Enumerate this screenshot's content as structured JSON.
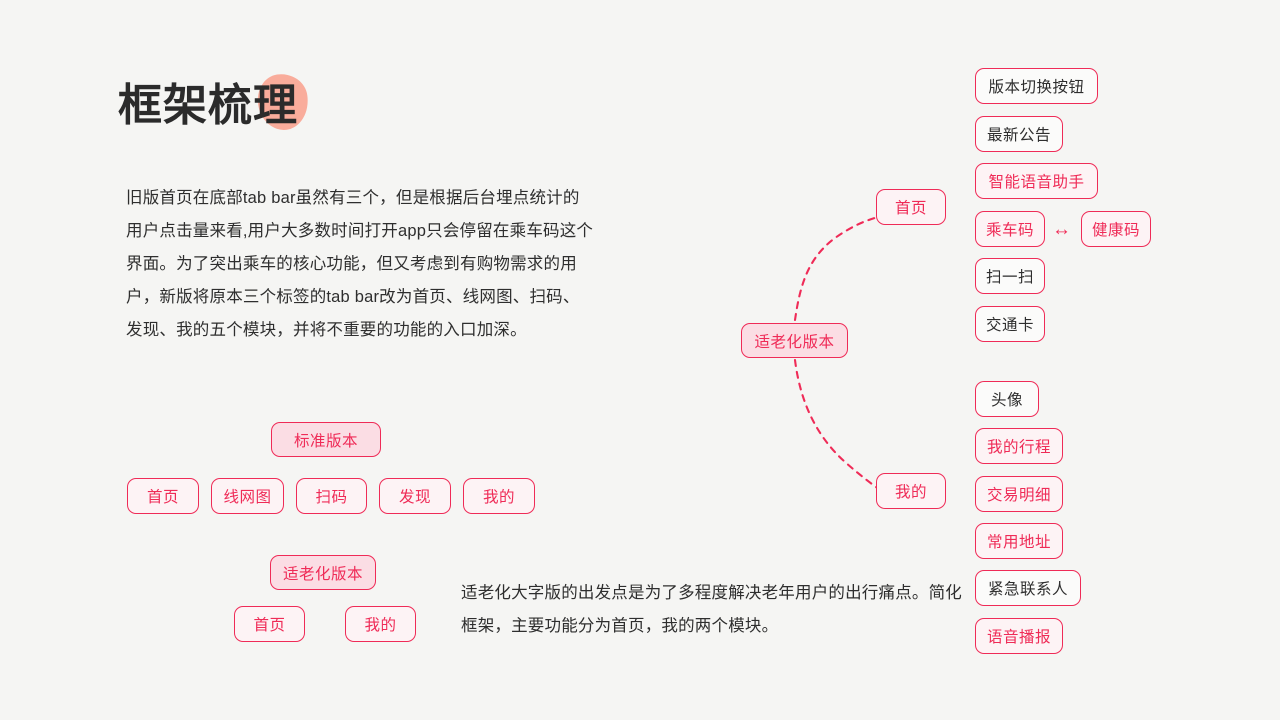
{
  "page": {
    "background_color": "#f5f5f3",
    "accent_color": "#ef2b57",
    "blob_color": "#f9ac9b",
    "text_color": "#2e2e2e"
  },
  "title": {
    "text": "框架梳理"
  },
  "paragraphs": {
    "left": "旧版首页在底部tab bar虽然有三个，但是根据后台埋点统计的用户点击量来看,用户大多数时间打开app只会停留在乘车码这个界面。为了突出乘车的核心功能，但又考虑到有购物需求的用户，新版将原本三个标签的tab bar改为首页、线网图、扫码、发现、我的五个模块，并将不重要的功能的入口加深。",
    "right": "适老化大字版的出发点是为了多程度解决老年用户的出行痛点。简化框架，主要功能分为首页，我的两个模块。"
  },
  "standard_version": {
    "header_label": "标准版本",
    "tabs": [
      {
        "label": "首页"
      },
      {
        "label": "线网图"
      },
      {
        "label": "扫码"
      },
      {
        "label": "发现"
      },
      {
        "label": "我的"
      }
    ]
  },
  "elder_version": {
    "header_label": "适老化版本",
    "tabs": [
      {
        "label": "首页"
      },
      {
        "label": "我的"
      }
    ]
  },
  "diagram": {
    "root_label": "适老化版本",
    "branches": [
      {
        "node_label": "首页",
        "children": [
          {
            "label": "版本切换按钮",
            "style": "plain"
          },
          {
            "label": "最新公告",
            "style": "plain"
          },
          {
            "label": "智能语音助手",
            "style": "accent"
          },
          {
            "label": "乘车码",
            "style": "accent"
          },
          {
            "label": "健康码",
            "style": "accent"
          },
          {
            "label": "扫一扫",
            "style": "plain"
          },
          {
            "label": "交通卡",
            "style": "plain"
          }
        ],
        "pair_arrow": "↔"
      },
      {
        "node_label": "我的",
        "children": [
          {
            "label": "头像",
            "style": "plain"
          },
          {
            "label": "我的行程",
            "style": "accent"
          },
          {
            "label": "交易明细",
            "style": "accent"
          },
          {
            "label": "常用地址",
            "style": "accent"
          },
          {
            "label": "紧急联系人",
            "style": "plain"
          },
          {
            "label": "语音播报",
            "style": "accent"
          }
        ]
      }
    ]
  }
}
